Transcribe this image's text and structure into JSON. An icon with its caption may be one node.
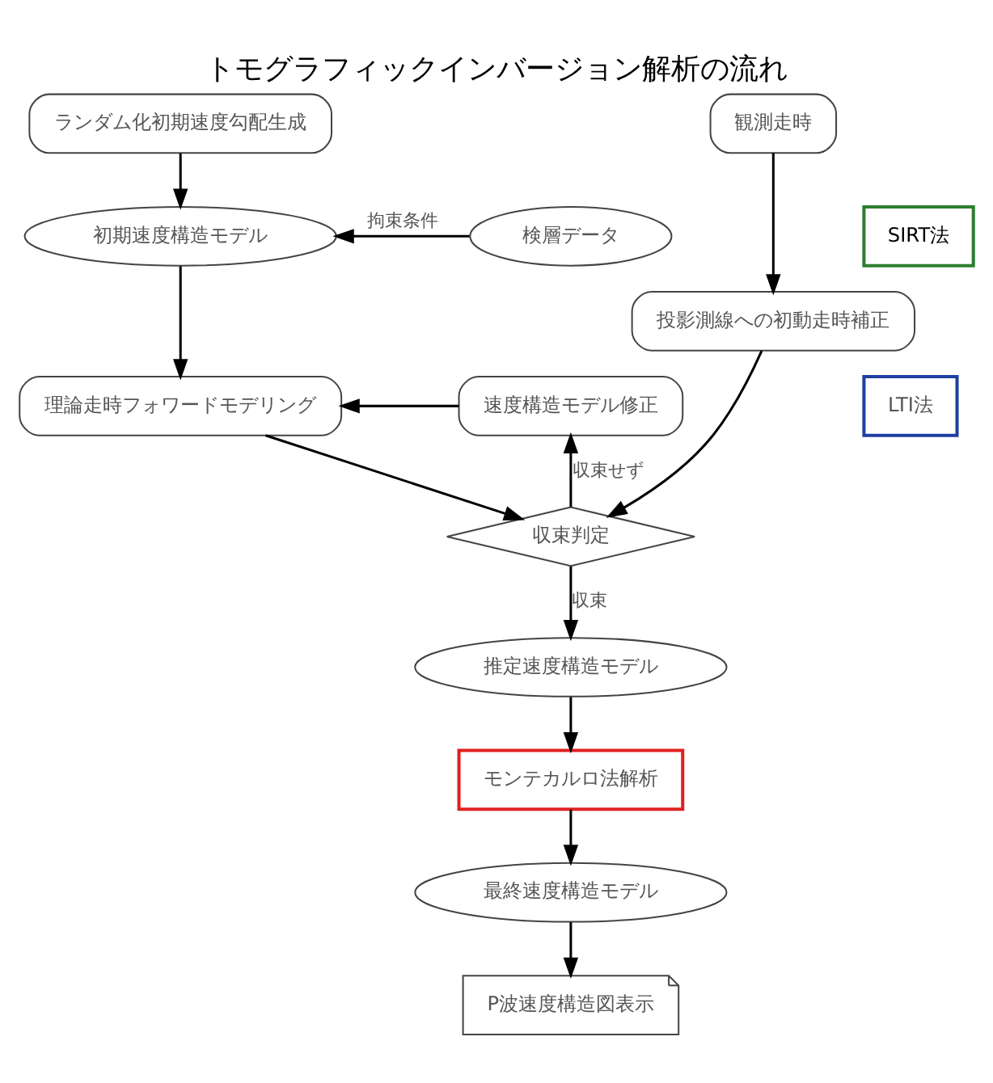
{
  "diagram": {
    "title": "トモグラフィックインバージョン解析の流れ",
    "nodes": [
      {
        "text": [
          "ランダム化初期速度勾配生成"
        ]
      },
      {
        "text": [
          "観測走時"
        ]
      },
      {
        "text": [
          "投影測線への初動走時補正"
        ]
      },
      {
        "text": [
          "初期速度構造モデル"
        ]
      },
      {
        "text": [
          "検層データ"
        ]
      },
      {
        "text": [
          "SIRT法"
        ]
      },
      {
        "text": [
          "理論走時フォワードモデリング"
        ]
      },
      {
        "text": [
          "速度構造モデル修正"
        ]
      },
      {
        "text": [
          "LTI法"
        ]
      },
      {
        "text": [
          "収束判定"
        ]
      },
      {
        "text": [
          "推定速度構造モデル"
        ]
      },
      {
        "text": [
          "モンテカルロ法解析"
        ]
      },
      {
        "text": [
          "最終速度構造モデル"
        ]
      },
      {
        "text": [
          "P波速度構造図表示"
        ]
      }
    ],
    "edges": [
      {
        "from": 1,
        "to": 2,
        "arrow": "to"
      },
      {
        "from": 0,
        "to": 3,
        "arrow": "to"
      },
      {
        "from": 4,
        "to": 3,
        "arrow": "to",
        "label": "拘束条件"
      },
      {
        "from": 3,
        "to": 6,
        "arrow": "to"
      },
      {
        "from": 7,
        "to": 6,
        "arrow": "to"
      },
      {
        "from": 6,
        "to": 9,
        "arrow": "to"
      },
      {
        "from": 9,
        "to": 7,
        "arrow": "to",
        "label": "収束せず"
      },
      {
        "from": 2,
        "to": 9,
        "arrow": "to"
      },
      {
        "from": 9,
        "to": 10,
        "arrow": "to",
        "label": "収束"
      },
      {
        "from": 10,
        "to": 11,
        "arrow": "to"
      },
      {
        "from": 11,
        "to": 12,
        "arrow": "to"
      },
      {
        "from": 12,
        "to": 13,
        "arrow": "to"
      }
    ]
  }
}
